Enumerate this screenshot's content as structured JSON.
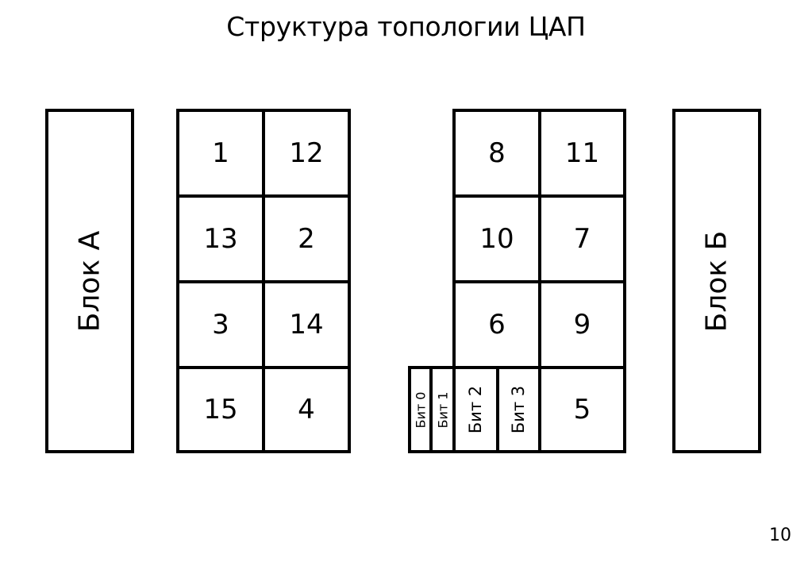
{
  "title": "Структура топологии ЦАП",
  "page_number": "10",
  "block_a": "Блок А",
  "block_b": "Блок Б",
  "left_matrix": [
    [
      "1",
      "12"
    ],
    [
      "13",
      "2"
    ],
    [
      "3",
      "14"
    ],
    [
      "15",
      "4"
    ]
  ],
  "right_matrix": [
    [
      "8",
      "11"
    ],
    [
      "10",
      "7"
    ],
    [
      "6",
      "9"
    ],
    [
      null,
      "5"
    ]
  ],
  "bits": [
    "Бит 0",
    "Бит 1",
    "Бит 2",
    "Бит 3"
  ]
}
